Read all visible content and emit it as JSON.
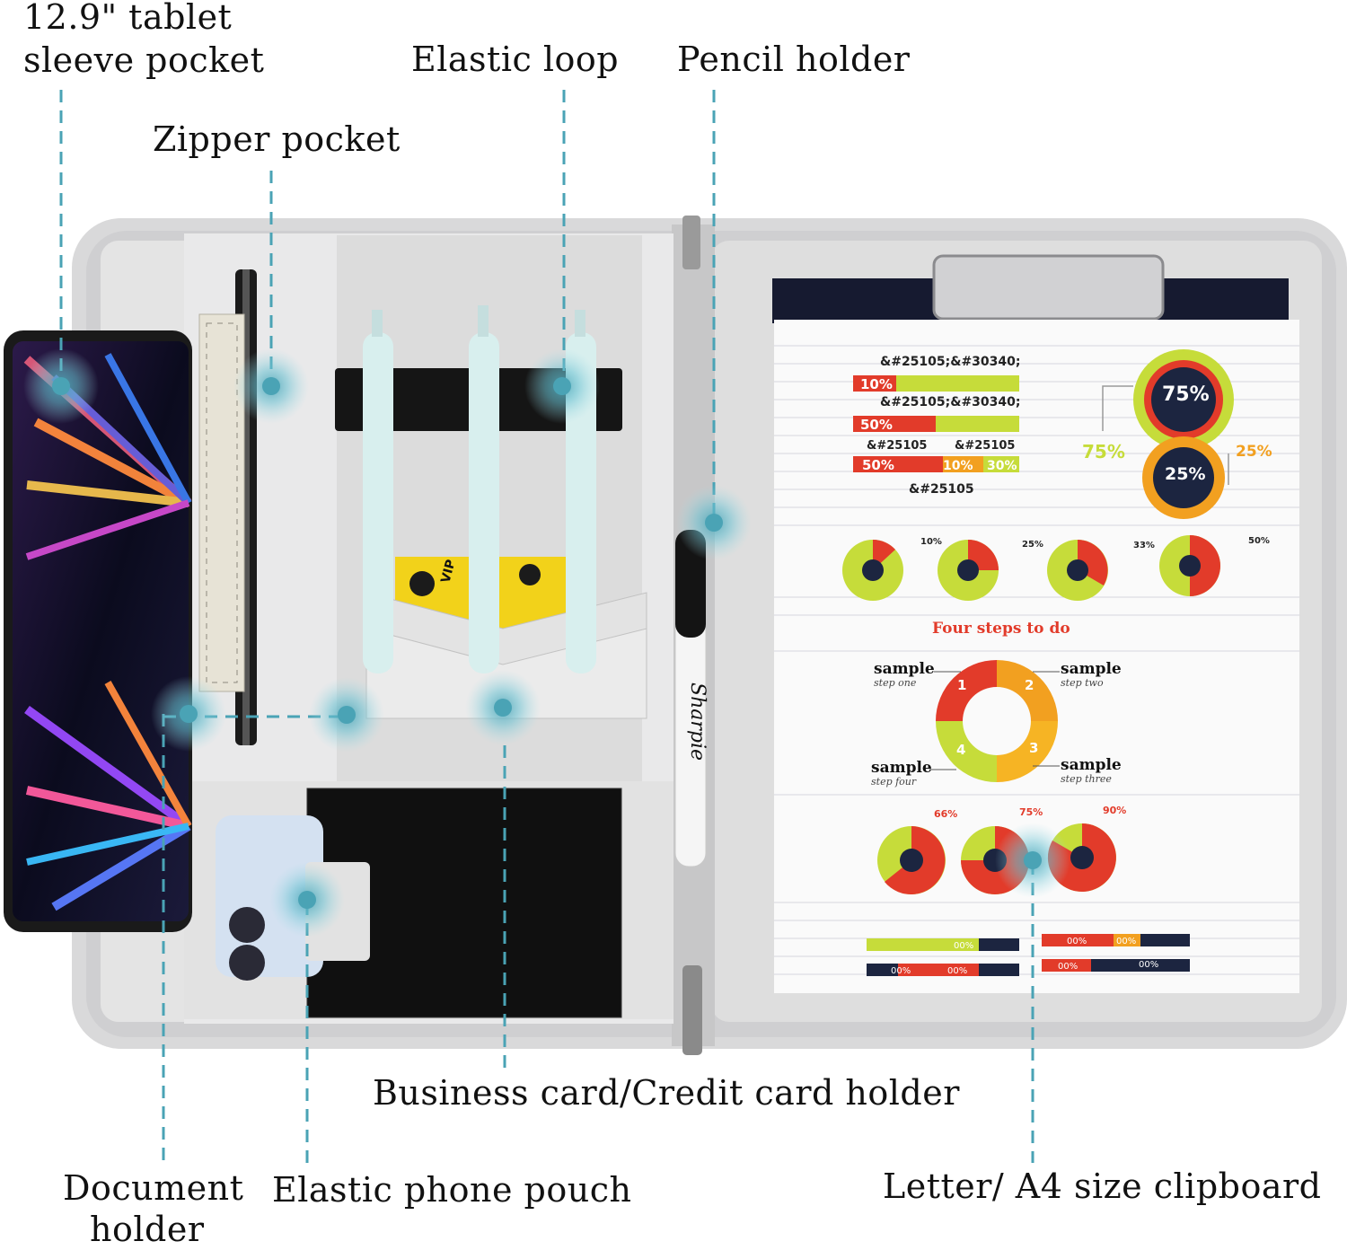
{
  "accent_color": "#4aa3b5",
  "callouts": {
    "tablet_sleeve": {
      "line1": "12.9\" tablet",
      "line2": "sleeve pocket"
    },
    "zipper_pocket": "Zipper pocket",
    "elastic_loop": "Elastic loop",
    "pencil_holder": "Pencil holder",
    "business_card": "Business card/Credit card holder",
    "document_holder": {
      "line1": "Document",
      "line2": "holder"
    },
    "phone_pouch": "Elastic phone pouch",
    "clipboard": "Letter/ A4 size clipboard"
  },
  "sheet": {
    "code_a": "&#25105;&#30340;",
    "code_b": "&#25105;&#30340;",
    "code_c": "&#25105",
    "code_d": "&#25105",
    "code_e": "&#25105",
    "bar1": "10%",
    "bar2": "50%",
    "bar3a": "50%",
    "bar3b": "10%",
    "bar3c": "30%",
    "ring_big_1": "75%",
    "ring_big_2": "25%",
    "side_75": "75%",
    "side_25": "25%",
    "pie_labels": [
      "10%",
      "25%",
      "33%",
      "50%"
    ],
    "steps_title": "Four steps to do",
    "step_word": "sample",
    "steps": [
      "step one",
      "step two",
      "step three",
      "step four"
    ],
    "step_numbers": [
      "1",
      "2",
      "3",
      "4"
    ],
    "bottom_pies": [
      "66%",
      "75%",
      "90%"
    ],
    "bar_labels": [
      "00%",
      "00%",
      "00%",
      "00%",
      "00%",
      "00%",
      "00%"
    ]
  },
  "marker_brand": "Sharpie",
  "card_text": "VIP"
}
